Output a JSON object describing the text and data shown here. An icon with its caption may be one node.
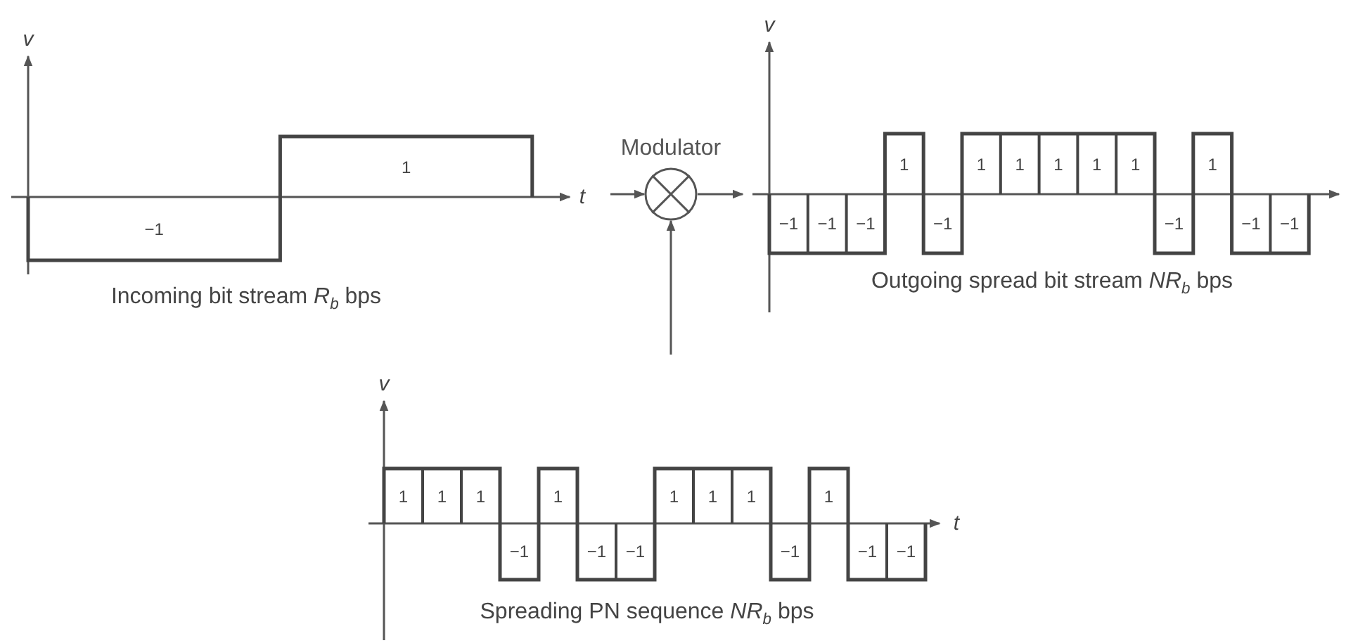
{
  "diagram": {
    "nodes": [
      {
        "text": [
          "v",
          "t",
          "−1",
          "1",
          "Incoming bit stream *R*$_{b}$ bps"
        ]
      },
      {
        "text": [
          "Modulator"
        ]
      },
      {
        "text": [
          "v",
          "−1",
          "−1",
          "−1",
          "1",
          "−1",
          "1",
          "1",
          "1",
          "1",
          "1",
          "−1",
          "1",
          "−1",
          "−1",
          "Outgoing spread bit stream *NR*$_{b}$ bps"
        ]
      },
      {
        "text": [
          "v",
          "t",
          "1",
          "1",
          "1",
          "−1",
          "1",
          "−1",
          "−1",
          "1",
          "1",
          "1",
          "−1",
          "1",
          "−1",
          "−1",
          "Spreading PN sequence *NR*$_{b}$ bps"
        ]
      }
    ],
    "edges": [
      {
        "from": 0,
        "to": 1,
        "arrow": "to"
      },
      {
        "from": 1,
        "to": 2,
        "arrow": "to"
      },
      {
        "from": 3,
        "to": 1,
        "arrow": "to"
      }
    ]
  }
}
